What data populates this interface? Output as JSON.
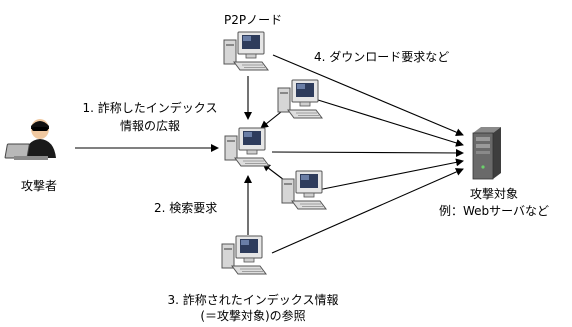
{
  "labels": {
    "p2p_node": "P2Pノード",
    "step4": "4. ダウンロード要求など",
    "step1_line1": "1. 詐称したインデックス",
    "step1_line2": "情報の広報",
    "attacker": "攻撃者",
    "step2": "2. 検索要求",
    "target_line1": "攻撃対象",
    "target_line2": "例：Webサーバなど",
    "step3_line1": "3. 詐称されたインデックス情報",
    "step3_line2": "(＝攻撃対象)の参照"
  },
  "icons": {
    "attacker": "attacker-person-icon",
    "node": "computer-icon",
    "server": "server-tower-icon"
  },
  "colors": {
    "line": "#000000",
    "computer_body": "#d9d9d9",
    "screen": "#2a3a5a",
    "server": "#555555"
  }
}
